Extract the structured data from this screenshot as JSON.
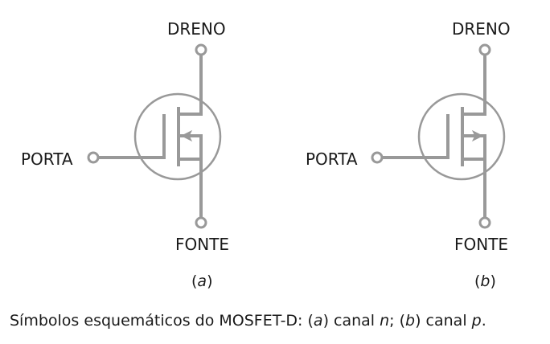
{
  "colors": {
    "symbol": "#999999",
    "text": "#1a1a1a"
  },
  "symbols": [
    {
      "id": "a",
      "drain_label": "DRENO",
      "gate_label": "PORTA",
      "source_label": "FONTE",
      "sublabel_open": "(",
      "sublabel_letter": "a",
      "sublabel_close": ")",
      "arrow_direction": "left"
    },
    {
      "id": "b",
      "drain_label": "DRENO",
      "gate_label": "PORTA",
      "source_label": "FONTE",
      "sublabel_open": "(",
      "sublabel_letter": "b",
      "sublabel_close": ")",
      "arrow_direction": "right"
    }
  ],
  "caption": {
    "t1": "Símbolos esquemáticos do MOSFET-D: (",
    "a": "a",
    "t2": ") canal ",
    "n": "n",
    "t3": "; (",
    "b": "b",
    "t4": ") canal ",
    "p": "p",
    "t5": "."
  }
}
